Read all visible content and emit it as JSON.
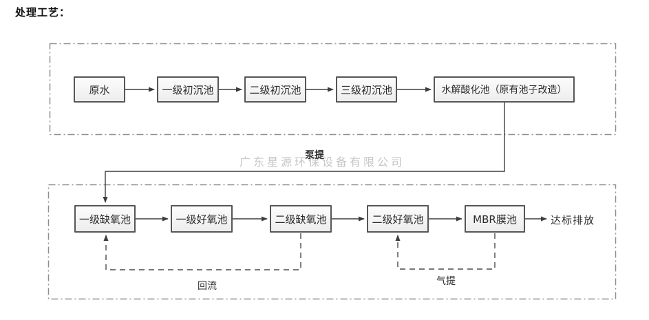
{
  "title": "处理工艺：",
  "watermark": "广东星源环保设备有限公司",
  "diagram": {
    "stage1": {
      "nodes": [
        "原水",
        "一级初沉池",
        "二级初沉池",
        "三级初沉池",
        "水解酸化池（原有池子改造）"
      ]
    },
    "stage2": {
      "nodes": [
        "一级缺氧池",
        "一级好氧池",
        "二级缺氧池",
        "二级好氧池",
        "MBR膜池"
      ],
      "outlet": "达标排放"
    },
    "edge_labels": {
      "pump_lift": "泵提",
      "reflux": "回流",
      "air_lift": "气提"
    },
    "colors": {
      "box_border": "#565656",
      "box_fill_top": "#fcfcfc",
      "box_fill_bottom": "#ededed",
      "line": "#3d3d3d",
      "region_border": "#8f8f8f",
      "watermark_text": "#c6c6c6"
    }
  }
}
